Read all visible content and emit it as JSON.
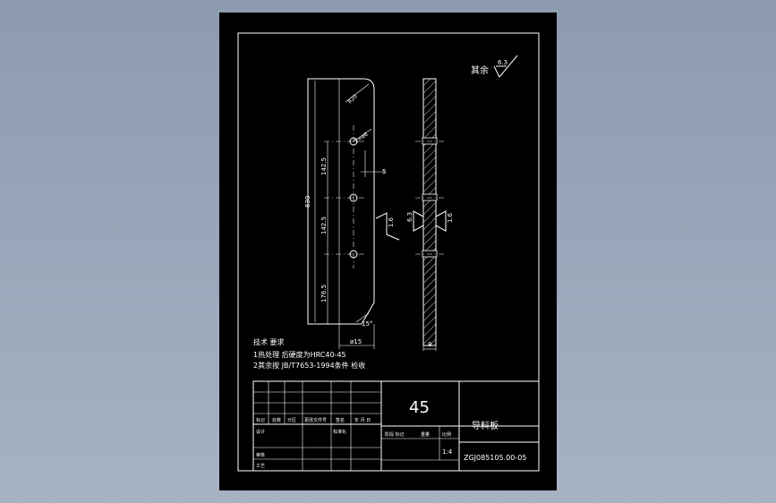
{
  "drawing": {
    "roughness_note": {
      "label": "其余",
      "value": "6.3"
    },
    "front_view": {
      "dims": {
        "overall_length": "630",
        "pitch_1": "142.5",
        "pitch_2": "142.5",
        "bottom_offset": "176.5",
        "hole_dia": "2×ø6",
        "corner_radius": "R20",
        "slot_depth": "5",
        "width": "ø15",
        "chamfer": "15°",
        "side_roughness": "1.6"
      }
    },
    "side_view": {
      "roughness_left": "6.3",
      "roughness_right": "1.6",
      "thickness": "8"
    },
    "tech_notes": {
      "title": "技术 要求",
      "line1": "1热处理 后硬度为HRC40-45",
      "line2": "2其余按 JB/T7653-1994条件 检收"
    },
    "title_block": {
      "material": "45",
      "part_name": "导料板",
      "drawing_no": "ZGJ085105.00-05",
      "scale": "1:4",
      "labels": {
        "mark": "标记",
        "count": "处数",
        "zone": "分区",
        "change_doc": "更改文件号",
        "sign": "签名",
        "date": "年 月 日",
        "designer": "设计",
        "standardize": "标准化",
        "review": "审核",
        "process": "工艺",
        "stage_mark": "阶段 标记",
        "weight": "重量",
        "ratio": "比例"
      }
    }
  }
}
